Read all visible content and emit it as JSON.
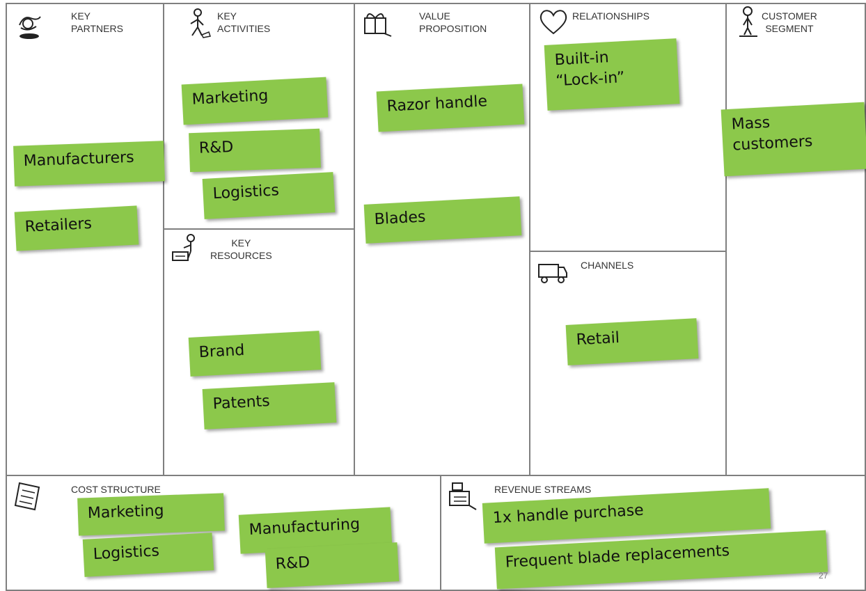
{
  "sections": {
    "key_partners": {
      "title": "KEY\nPARTNERS",
      "notes": [
        "Manufacturers",
        "Retailers"
      ]
    },
    "key_activities": {
      "title": "KEY\nACTIVITIES",
      "notes": [
        "Marketing",
        "R&D",
        "Logistics"
      ]
    },
    "key_resources": {
      "title": "KEY\nRESOURCES",
      "notes": [
        "Brand",
        "Patents"
      ]
    },
    "value_proposition": {
      "title": "VALUE\nPROPOSITION",
      "notes": [
        "Razor handle",
        "Blades"
      ]
    },
    "relationships": {
      "title": "RELATIONSHIPS",
      "notes": [
        "Built-in\n“Lock-in”"
      ]
    },
    "channels": {
      "title": "CHANNELS",
      "notes": [
        "Retail"
      ]
    },
    "customer_segment": {
      "title": "CUSTOMER\nSEGMENT",
      "notes": [
        "Mass\ncustomers"
      ]
    },
    "cost_structure": {
      "title": "COST STRUCTURE",
      "notes": [
        "Marketing",
        "Logistics",
        "Manufacturing",
        "R&D"
      ]
    },
    "revenue_streams": {
      "title": "REVENUE STREAMS",
      "notes": [
        "1x handle purchase",
        "Frequent blade replacements"
      ]
    }
  },
  "page_number": "27",
  "colors": {
    "note": "#8cc84b",
    "border": "#7f7f7f"
  },
  "icons": {
    "key_partners": "handshake-icon",
    "key_activities": "worker-icon",
    "key_resources": "resources-worker-icon",
    "value_proposition": "gift-icon",
    "relationships": "heart-icon",
    "channels": "truck-icon",
    "customer_segment": "person-icon",
    "cost_structure": "receipt-icon",
    "revenue_streams": "cash-register-icon"
  }
}
